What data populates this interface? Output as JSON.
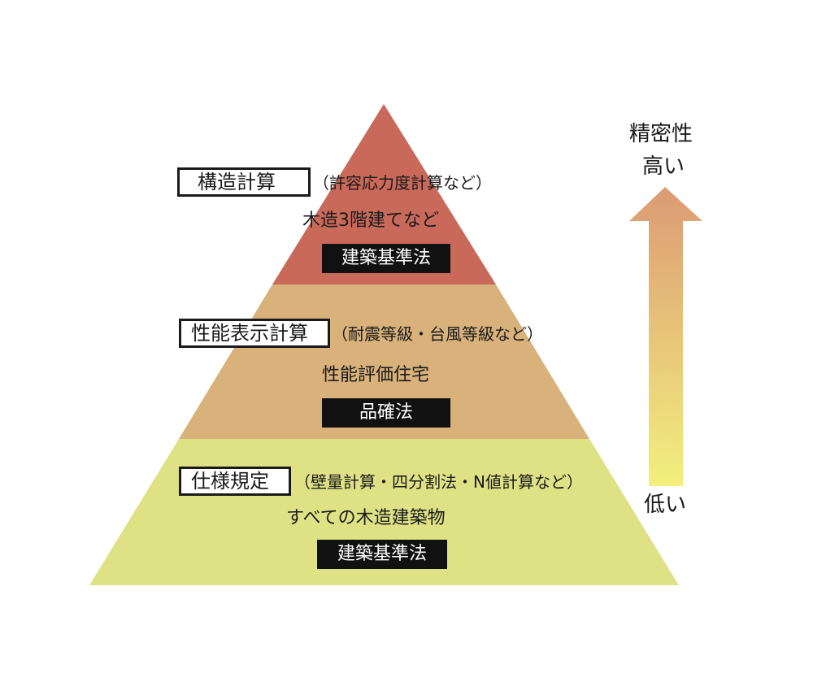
{
  "colors": {
    "top_tier": "#c8695a",
    "middle_tier": "#d8b27a",
    "bottom_tier": "#dfe284",
    "arrow_top": "#dc9a74",
    "arrow_bottom": "#f2f07e"
  },
  "tiers": [
    {
      "method": "構造計算",
      "methods_note": "（許容応力度計算など）",
      "target": "木造3階建てなど",
      "law": "建築基準法"
    },
    {
      "method": "性能表示計算",
      "methods_note": "（耐震等級・台風等級など）",
      "target": "性能評価住宅",
      "law": "品確法"
    },
    {
      "method": "仕様規定",
      "methods_note": "（壁量計算・四分割法・N値計算など）",
      "target": "すべての木造建築物",
      "law": "建築基準法"
    }
  ],
  "precision_arrow": {
    "title": "精密性",
    "high_label": "高い",
    "low_label": "低い",
    "icon": "up-arrow-icon"
  }
}
